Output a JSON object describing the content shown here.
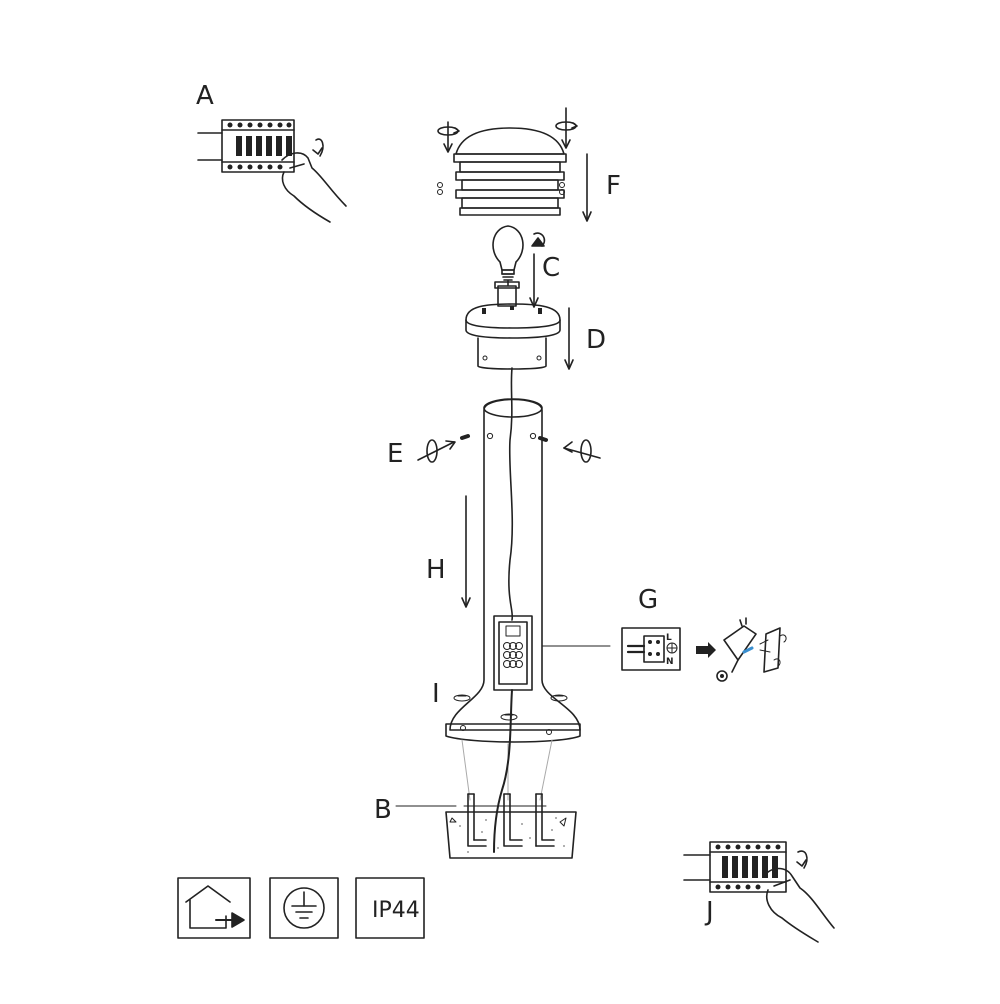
{
  "labels": {
    "a": "A",
    "b": "B",
    "c": "C",
    "d": "D",
    "e": "E",
    "f": "F",
    "g": "G",
    "h": "H",
    "i": "I",
    "j": "J"
  },
  "icons": {
    "indoor_use": "house-arrow-icon",
    "earth_ground": "ground-symbol-icon",
    "protection": "IP44"
  },
  "terminal_markings": {
    "live": "L",
    "neutral": "N"
  },
  "colors": {
    "line": "#222222",
    "fill": "#ffffff",
    "accent": "#3a8fd0"
  }
}
